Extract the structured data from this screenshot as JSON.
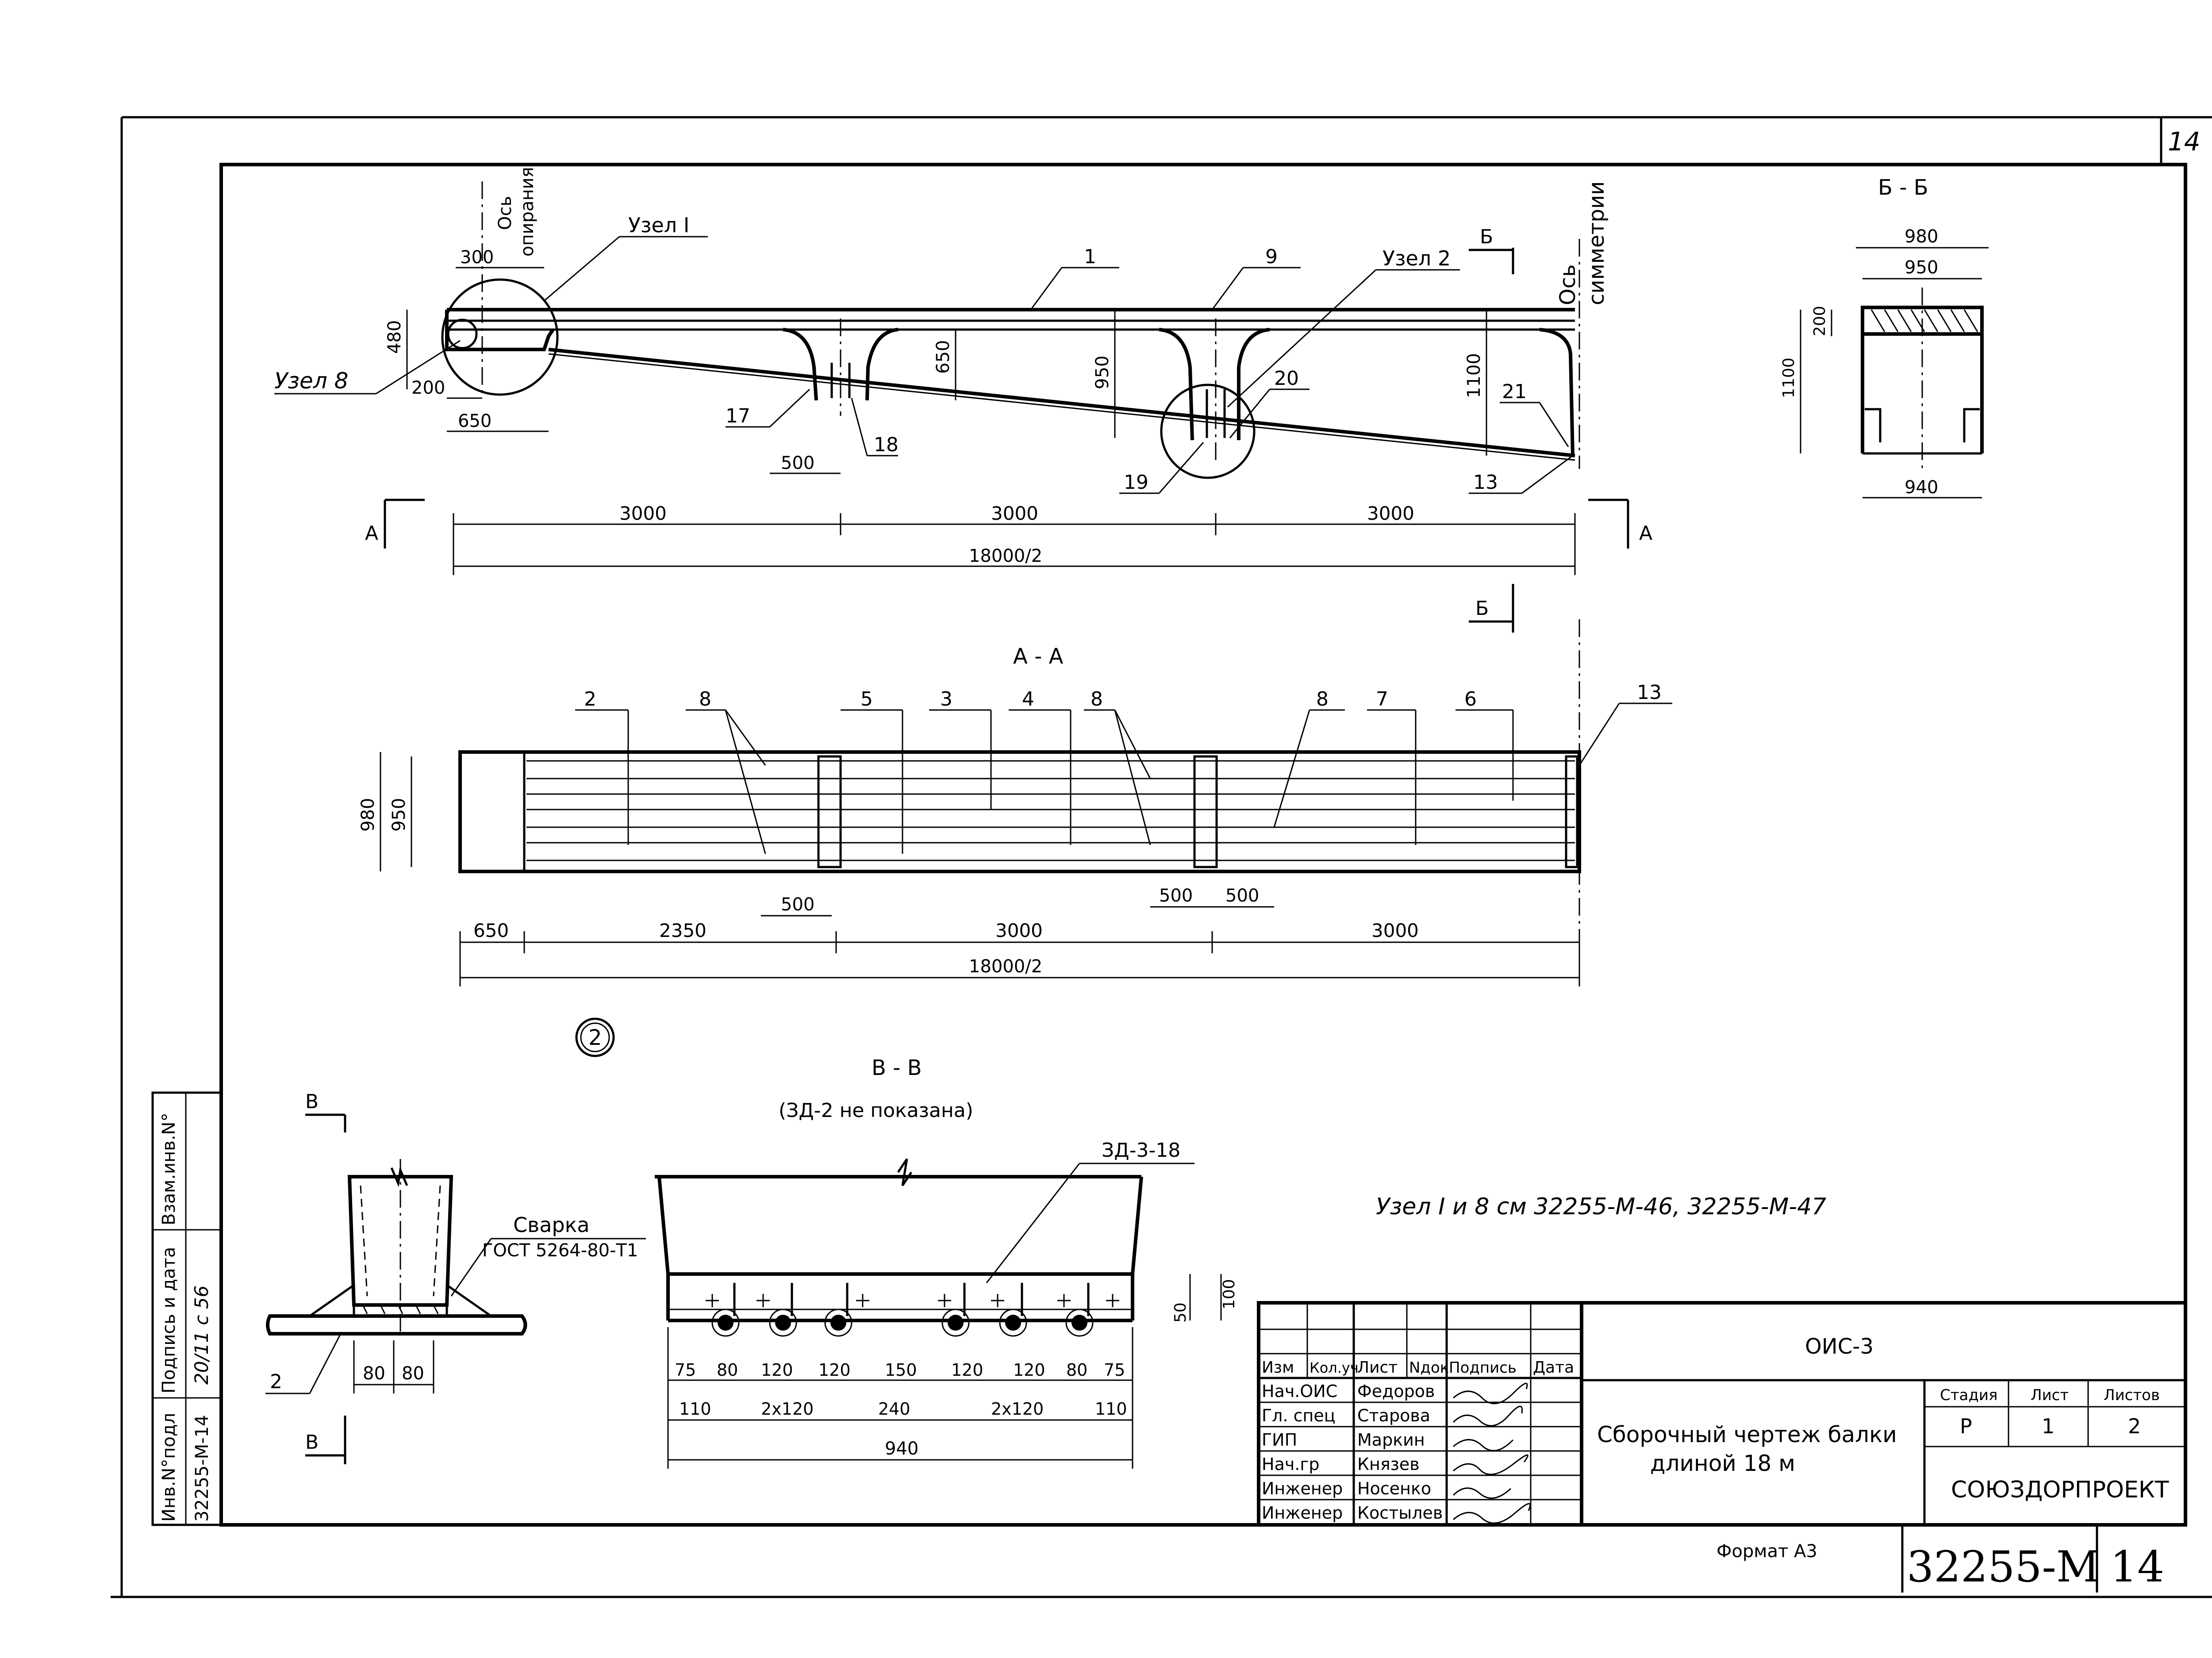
{
  "sheet": {
    "corner_number": "14",
    "format": "Формат А3",
    "doc_code": "32255-М",
    "page": "14",
    "circle_mark": "2"
  },
  "side_stamp": {
    "inv_podl_label": "Инв.N°подл",
    "inv_podl_value": "32255-М-14",
    "sign_date_label": "Подпись и дата",
    "sign_date_value": "20/11 с 56",
    "vzam_label": "Взам.инв.N°"
  },
  "section_titles": {
    "bb": "Б - Б",
    "aa": "А - А",
    "vv": "В - В",
    "vv_note": "(ЗД-2 не показана)"
  },
  "elevation": {
    "os_opiraniya_1": "Ось",
    "os_opiraniya_2": "опирания",
    "os_simmetrii_1": "Ось",
    "os_simmetrii_2": "симметрии",
    "uzel1": "Узел I",
    "uzel2": "Узел 2",
    "uzel8": "Узел 8",
    "dims": [
      "300",
      "480",
      "200",
      "650",
      "650",
      "950",
      "1100",
      "500",
      "3000",
      "3000",
      "3000",
      "18000/2"
    ],
    "pos": [
      "1",
      "9",
      "20",
      "21",
      "17",
      "18",
      "19",
      "13"
    ],
    "cut_a": "А",
    "cut_b": "Б"
  },
  "plan": {
    "pos": [
      "2",
      "8",
      "5",
      "3",
      "4",
      "8",
      "8",
      "7",
      "6",
      "13"
    ],
    "dims_left": [
      "980",
      "950"
    ],
    "dims_bottom": [
      "500",
      "500",
      "500",
      "650",
      "2350",
      "3000",
      "3000",
      "18000/2"
    ]
  },
  "bb_section": {
    "dims": [
      "980",
      "950",
      "200",
      "1100",
      "940"
    ]
  },
  "weld_detail": {
    "weld_label": "Сварка",
    "gost": "ГОСТ 5264-80-Т1",
    "pos": "2",
    "dims": [
      "80",
      "80"
    ],
    "cut": "В"
  },
  "vv_detail": {
    "part": "ЗД-3-18",
    "dims_right": [
      "50",
      "100"
    ],
    "row1": [
      "75",
      "80",
      "120",
      "120",
      "150",
      "120",
      "120",
      "80",
      "75"
    ],
    "row2": [
      "110",
      "2x120",
      "240",
      "2x120",
      "110"
    ],
    "total": "940"
  },
  "note": "Узел I и 8 см  32255-М-46, 32255-М-47",
  "title_block": {
    "headers": [
      "Изм",
      "Кол.уч",
      "Лист",
      "Nдок",
      "Подпись",
      "Дата"
    ],
    "roles": [
      "Нач.ОИС",
      "Гл. спец",
      "ГИП",
      "Нач.гр",
      "Инженер",
      "Инженер"
    ],
    "names": [
      "Федоров",
      "Старова",
      "Маркин",
      "Князев",
      "Носенко",
      "Костылев"
    ],
    "project": "ОИС-3",
    "title_line1": "Сборочный чертеж балки",
    "title_line2": "длиной  18 м",
    "stage_label": "Стадия",
    "sheet_label": "Лист",
    "sheets_label": "Листов",
    "stage": "Р",
    "sheet": "1",
    "sheets": "2",
    "org": "СОЮЗДОРПРОЕКТ"
  }
}
